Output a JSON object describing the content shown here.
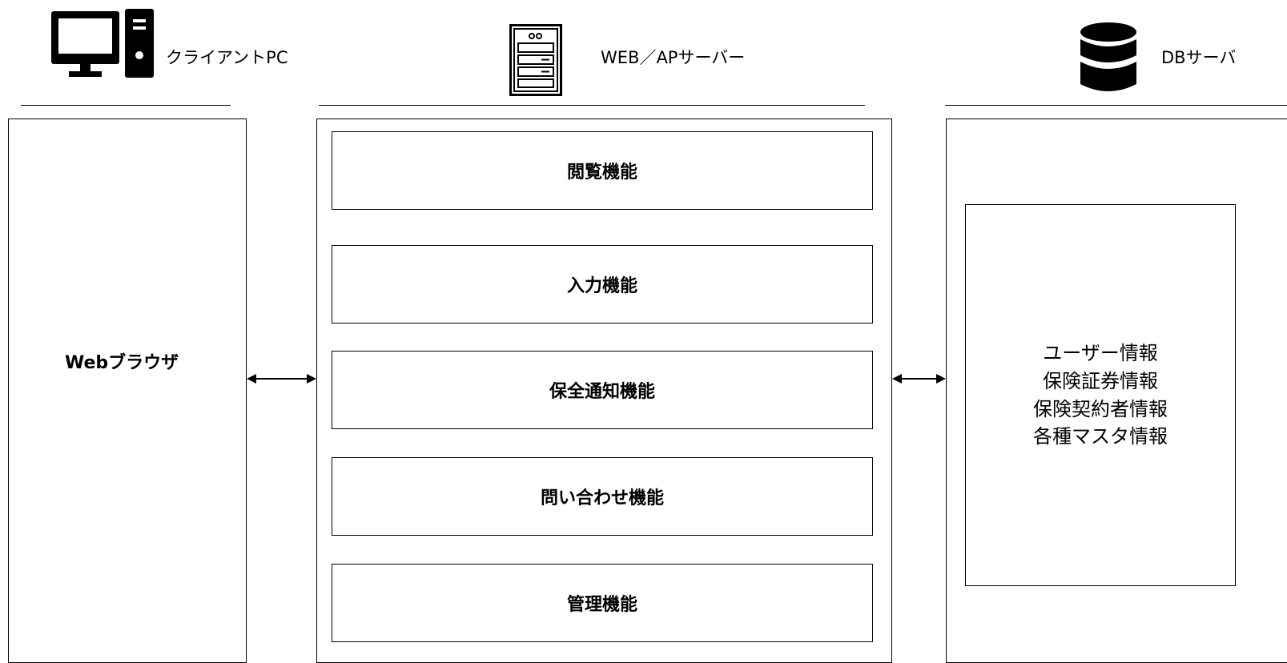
{
  "tiers": {
    "client": {
      "label": "クライアントPC",
      "icon": "desktop-pc-icon"
    },
    "web_ap": {
      "label": "WEB／APサーバー",
      "icon": "server-icon"
    },
    "db": {
      "label": "DBサーバ",
      "icon": "database-icon"
    }
  },
  "client_box": {
    "label": "Webブラウザ"
  },
  "functions": [
    {
      "label": "閲覧機能"
    },
    {
      "label": "入力機能"
    },
    {
      "label": "保全通知機能"
    },
    {
      "label": "問い合わせ機能"
    },
    {
      "label": "管理機能"
    }
  ],
  "db_box": {
    "lines": [
      "ユーザー情報",
      "保険証券情報",
      "保険契約者情報",
      "各種マスタ情報"
    ]
  }
}
